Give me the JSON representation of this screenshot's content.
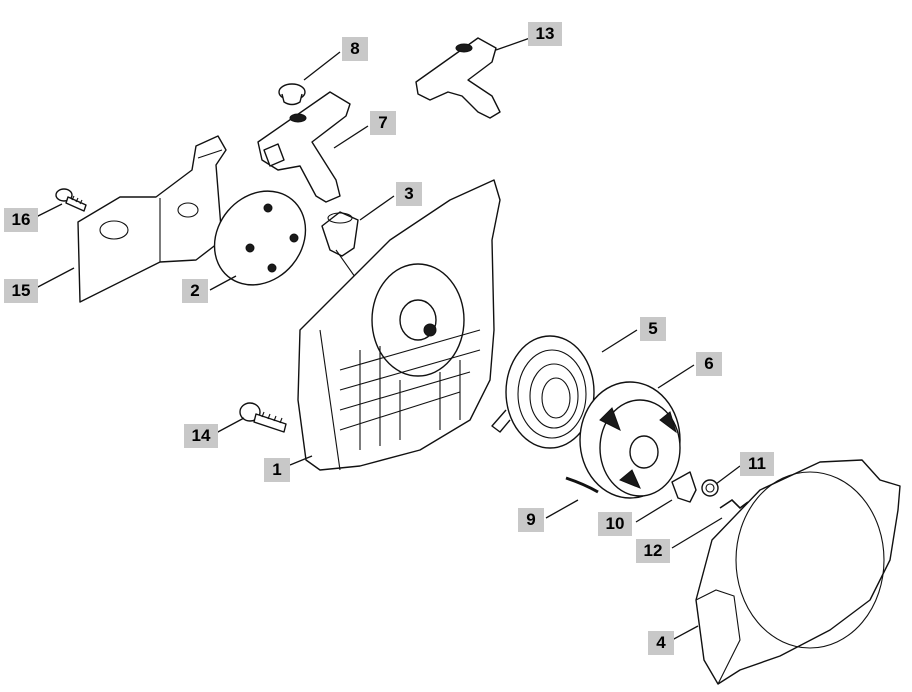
{
  "diagram": {
    "callouts": [
      {
        "id": "1",
        "label": "1"
      },
      {
        "id": "2",
        "label": "2"
      },
      {
        "id": "3",
        "label": "3"
      },
      {
        "id": "4",
        "label": "4"
      },
      {
        "id": "5",
        "label": "5"
      },
      {
        "id": "6",
        "label": "6"
      },
      {
        "id": "7",
        "label": "7"
      },
      {
        "id": "8",
        "label": "8"
      },
      {
        "id": "9",
        "label": "9"
      },
      {
        "id": "10",
        "label": "10"
      },
      {
        "id": "11",
        "label": "11"
      },
      {
        "id": "12",
        "label": "12"
      },
      {
        "id": "13",
        "label": "13"
      },
      {
        "id": "14",
        "label": "14"
      },
      {
        "id": "15",
        "label": "15"
      },
      {
        "id": "16",
        "label": "16"
      }
    ],
    "colors": {
      "line": "#111111",
      "callout_bg": "#c8c8c8",
      "background": "#ffffff"
    }
  }
}
